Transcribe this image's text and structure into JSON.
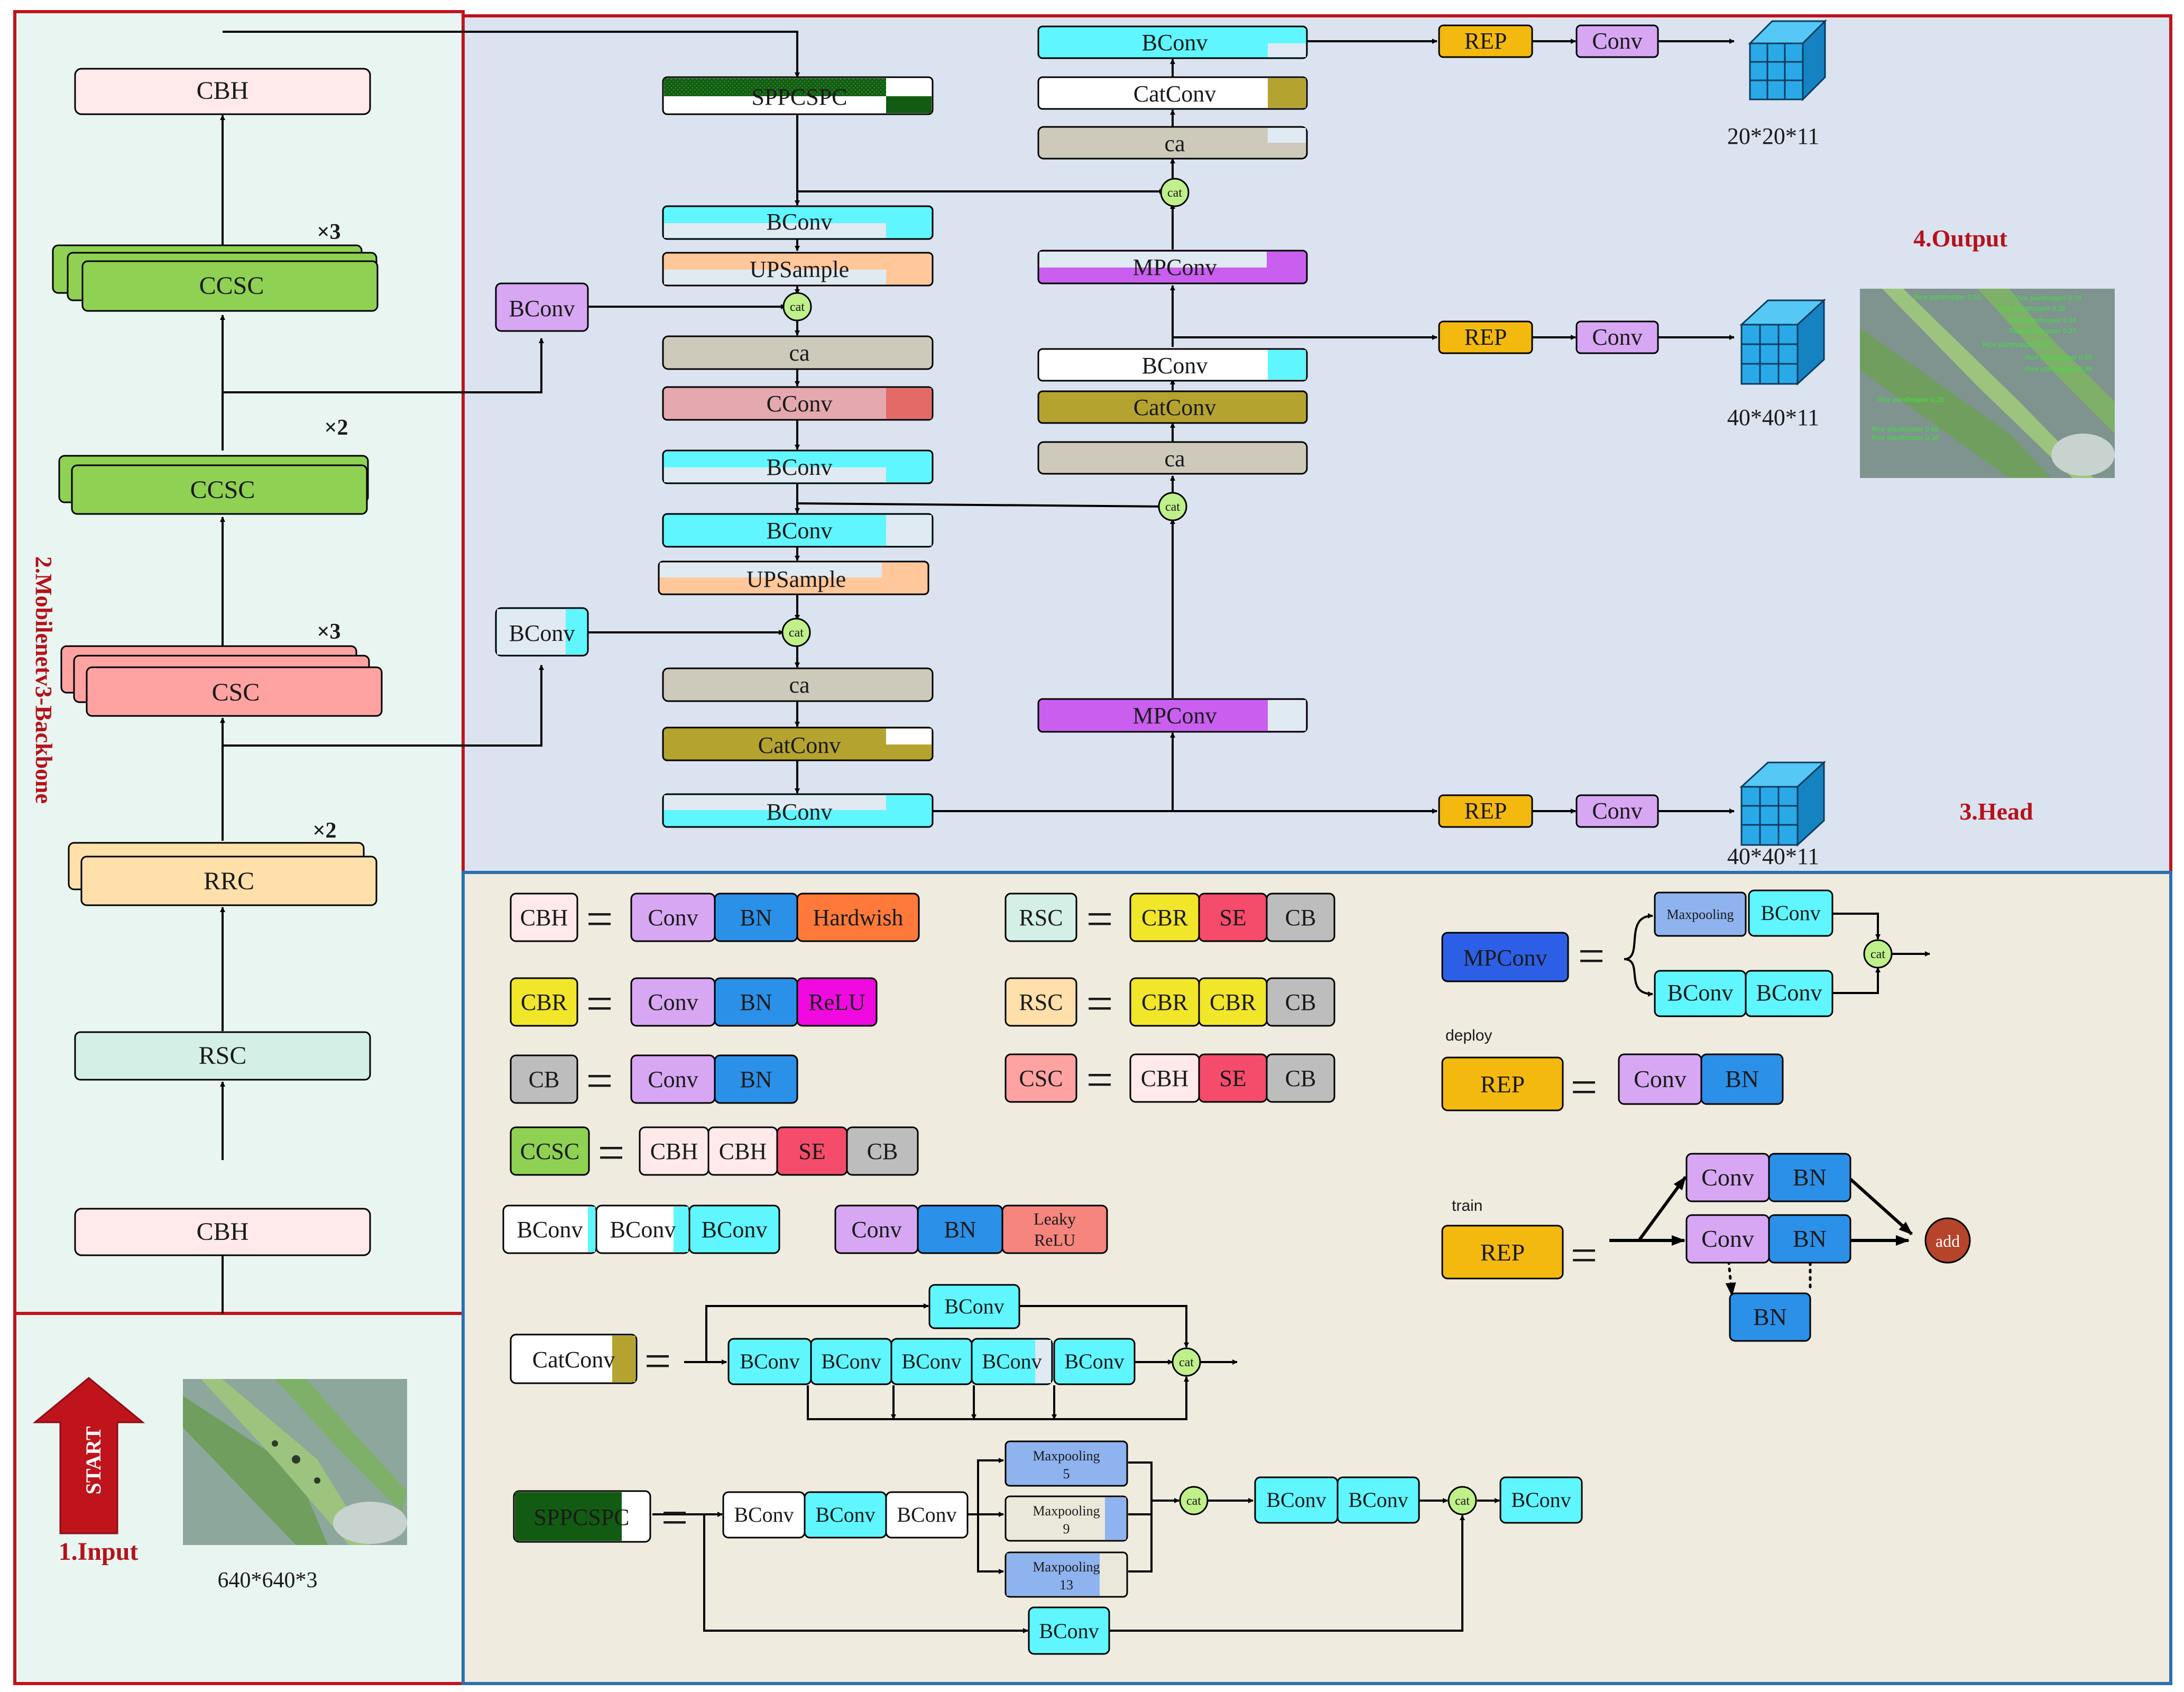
{
  "sections": {
    "input": "1.Input",
    "backbone": "2.Mobilenetv3-Backbone",
    "head": "3.Head",
    "output": "4.Output"
  },
  "input": {
    "start": "START",
    "size": "640*640*3"
  },
  "backbone": {
    "cbh_top": "CBH",
    "ccsc_top": "CCSC",
    "ccsc_mid": "CCSC",
    "csc": "CSC",
    "rrc": "RRC",
    "rsc": "RSC",
    "cbh_bottom": "CBH",
    "x3a": "×3",
    "x2a": "×2",
    "x3b": "×3",
    "x2b": "×2"
  },
  "head": {
    "sppcspc": "SPPCSPC",
    "bconv1": "BConv",
    "upsample1": "UPSample",
    "side_bconv1": "BConv",
    "cat1": "cat",
    "ca1": "ca",
    "cconv": "CConv",
    "bconv2": "BConv",
    "bconv3": "BConv",
    "upsample2": "UPSample",
    "side_bconv2": "BConv",
    "cat2": "cat",
    "ca2": "ca",
    "catconv1": "CatConv",
    "bconv4": "BConv",
    "r_bconv_top": "BConv",
    "r_catconv_top": "CatConv",
    "r_ca_top": "ca",
    "r_cat_top": "cat",
    "r_mpconv_top": "MPConv",
    "r_bconv_mid": "BConv",
    "r_catconv_mid": "CatConv",
    "r_ca_mid": "ca",
    "r_cat_mid": "cat",
    "r_mpconv_bottom": "MPConv",
    "rep1": "REP",
    "conv1": "Conv",
    "rep2": "REP",
    "conv2": "Conv",
    "rep3": "REP",
    "conv3": "Conv"
  },
  "output": {
    "size1": "20*20*11",
    "size2": "40*40*11",
    "size3": "40*40*11"
  },
  "predictions": [
    "Rice planthopper 0.51",
    "Rice planthopper 0.74",
    "Rice planthopper 0.36",
    "Rice planthopper 0.34",
    "Rice planthopper 0.37",
    "Rice planthopper 0.44",
    "Rice planthopper 0.58",
    "Rice planthopper 0.88",
    "Rice planthopper 0.26",
    "Rice planthopper 0.66",
    "Rice planthopper 0.38"
  ],
  "legend": {
    "eq": "=",
    "cbh": {
      "name": "CBH",
      "parts": [
        "Conv",
        "BN",
        "Hardwish"
      ]
    },
    "cbr": {
      "name": "CBR",
      "parts": [
        "Conv",
        "BN",
        "ReLU"
      ]
    },
    "cb": {
      "name": "CB",
      "parts": [
        "Conv",
        "BN"
      ]
    },
    "ccsc": {
      "name": "CCSC",
      "parts": [
        "CBH",
        "CBH",
        "SE",
        "CB"
      ]
    },
    "bconv_triple": [
      "BConv",
      "BConv",
      "BConv"
    ],
    "leaky": {
      "parts": [
        "Conv",
        "BN"
      ],
      "l1": "Leaky",
      "l2": "ReLU"
    },
    "rsc1": {
      "name": "RSC",
      "parts": [
        "CBR",
        "SE",
        "CB"
      ]
    },
    "rsc2": {
      "name": "RSC",
      "parts": [
        "CBR",
        "CBR",
        "CB"
      ]
    },
    "csc": {
      "name": "CSC",
      "parts": [
        "CBH",
        "SE",
        "CB"
      ]
    },
    "catconv": {
      "name": "CatConv",
      "top": "BConv",
      "chain": [
        "BConv",
        "BConv",
        "BConv",
        "BConv",
        "BConv"
      ],
      "cat": "cat"
    },
    "sppcspc": {
      "name": "SPPCSPC",
      "chain": [
        "BConv",
        "BConv",
        "BConv"
      ],
      "mp1": "Maxpooling",
      "k1": "5",
      "mp2": "Maxpooling",
      "k2": "9",
      "mp3": "Maxpooling",
      "k3": "13",
      "cat1": "cat",
      "after": [
        "BConv",
        "BConv"
      ],
      "cat2": "cat",
      "final": "BConv",
      "bottom": "BConv"
    },
    "mpconv": {
      "name": "MPConv",
      "mp": "Maxpooling",
      "b1": "BConv",
      "b2": "BConv",
      "b3": "BConv",
      "cat": "cat"
    },
    "deploy": {
      "label": "deploy",
      "name": "REP",
      "parts": [
        "Conv",
        "BN"
      ]
    },
    "train": {
      "label": "train",
      "name": "REP",
      "top": [
        "Conv",
        "BN"
      ],
      "mid": [
        "Conv",
        "BN"
      ],
      "bn": "BN",
      "add": "add"
    }
  }
}
